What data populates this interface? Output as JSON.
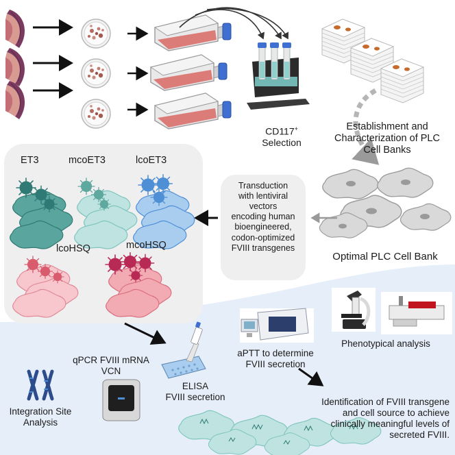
{
  "labels": {
    "cd117": "CD117",
    "cd117_sup": "+",
    "selection": "Selection",
    "establishment": [
      "Establishment and",
      "Characterization of PLC",
      "Cell Banks"
    ],
    "transduction": [
      "Transduction",
      "with lentiviral",
      "vectors",
      "encoding human",
      "bioengineered,",
      "codon-optimized",
      "FVIII transgenes"
    ],
    "optimal": "Optimal PLC Cell Bank",
    "et3": "ET3",
    "mcoet3": "mcoET3",
    "lcoet3": "lcoET3",
    "lcohsq": "lcoHSQ",
    "mcohsq": "mcoHSQ",
    "qpcr": [
      "qPCR FVIII mRNA",
      "VCN"
    ],
    "elisa": [
      "ELISA",
      "FVIII secretion"
    ],
    "aptt": [
      "aPTT to determine",
      "FVIII secretion"
    ],
    "phenotypical": "Phenotypical analysis",
    "integration": [
      "Integration Site",
      "Analysis"
    ],
    "identification": [
      "Identification of FVIII transgene",
      "and cell source to achieve",
      "clinically meaningful levels of",
      "secreted FVIII."
    ]
  },
  "colors": {
    "dark_teal": "#2f7a74",
    "light_teal": "#7fc4be",
    "blue": "#4f8fd6",
    "light_blue": "#a9cdef",
    "pink": "#d95b6e",
    "light_pink": "#f2aab3",
    "crimson": "#b82a55",
    "panel_grey": "#efefef",
    "band_blue": "#e6eff9",
    "cell_grey": "#d9d9d9",
    "flask_red": "#d9726f",
    "cap_blue": "#3f6fd1"
  },
  "icons": [
    "placenta-icon",
    "petri-dish-icon",
    "culture-flask-icon",
    "magnetic-column-rack-icon",
    "cell-factory-stack-icon",
    "cell-icon",
    "virus-icon",
    "pipette-plate-icon",
    "qpcr-instrument-icon",
    "coagulation-analyzer-icon",
    "microscope-icon",
    "flow-cytometer-icon",
    "chromosome-icon"
  ]
}
